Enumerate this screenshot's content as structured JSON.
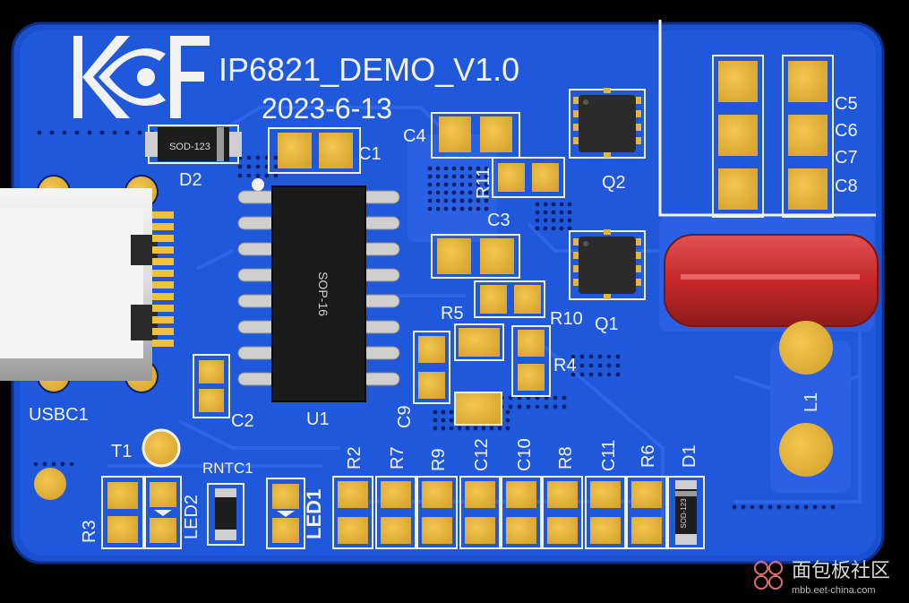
{
  "board": {
    "title": "IP6821_DEMO_V1.0",
    "date": "2023-6-13",
    "logo": "KF logo"
  },
  "ic": {
    "package_label": "SOP-16",
    "diode_package": "SOD-123"
  },
  "designators": {
    "C1": "C1",
    "C2": "C2",
    "C3": "C3",
    "C4": "C4",
    "C5": "C5",
    "C6": "C6",
    "C7": "C7",
    "C8": "C8",
    "C9": "C9",
    "C10": "C10",
    "C11": "C11",
    "C12": "C12",
    "D1": "D1",
    "D2": "D2",
    "L1": "L1",
    "LED1": "LED1",
    "LED2": "LED2",
    "Q1": "Q1",
    "Q2": "Q2",
    "R2": "R2",
    "R3": "R3",
    "R4": "R4",
    "R5": "R5",
    "R6": "R6",
    "R7": "R7",
    "R8": "R8",
    "R9": "R9",
    "R10": "R10",
    "R11": "R11",
    "RNTC1": "RNTC1",
    "T1": "T1",
    "U1": "U1",
    "USBC1": "USBC1"
  },
  "watermark": {
    "text": "面包板社区",
    "url": "mbb.eet-china.com"
  },
  "colors": {
    "background": "#000000",
    "board": "#1f55d6",
    "copper": "#2a62e2",
    "pad_gold": "#e4b43c",
    "ic_body": "#1a1a1a",
    "inductor_red": "#c62828",
    "silkscreen": "#f2f2f2"
  }
}
